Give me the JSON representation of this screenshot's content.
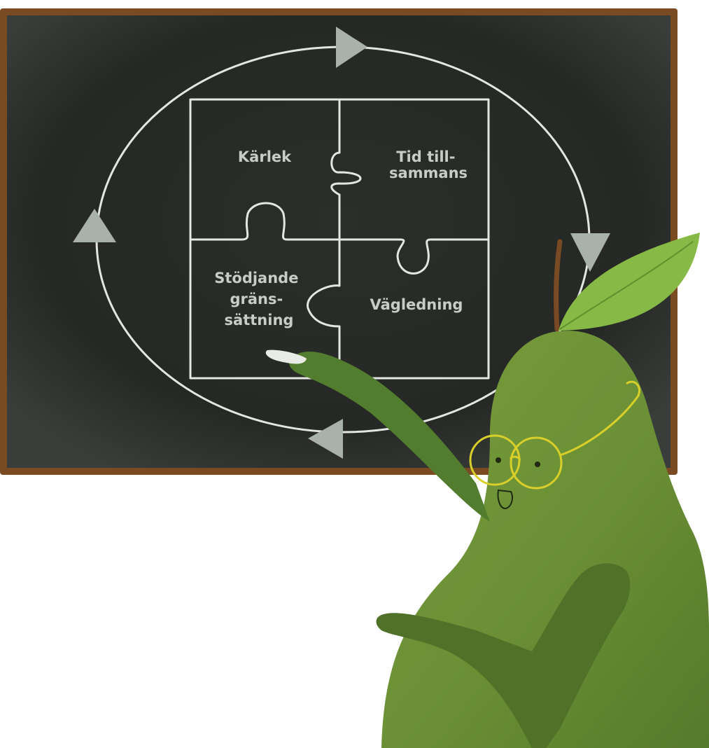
{
  "board": {
    "labels": {
      "top_left": [
        "Kärlek"
      ],
      "top_right": [
        "Tid till-",
        "sammans"
      ],
      "bottom_left": [
        "Stödjande",
        "gräns-",
        "sättning"
      ],
      "bottom_right": [
        "Vägledning"
      ]
    }
  },
  "colors": {
    "frame": "#7a4b22",
    "board": "#2c2f2c",
    "chalk": "#e4e6e2",
    "chalk_text": "#c8ccc6",
    "arrow": "#a9b1ab",
    "pear_body": "#6a8f35",
    "pear_shadow": "#4f7128",
    "arm": "#527d2e",
    "leaf": "#86b946",
    "stem": "#7a4a25",
    "glasses": "#d9cf2a"
  },
  "illustration": {
    "character": "pear-teacher",
    "icons": [
      "chalkboard",
      "cycle-arrows",
      "puzzle",
      "pear",
      "leaf",
      "glasses",
      "chalk"
    ]
  }
}
